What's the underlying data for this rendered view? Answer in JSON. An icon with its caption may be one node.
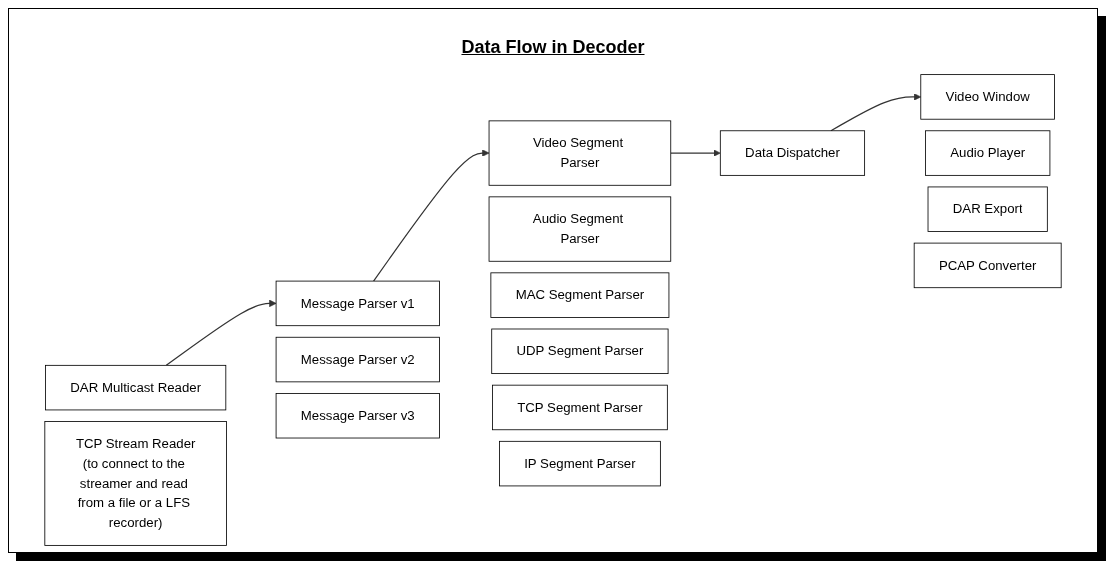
{
  "diagram": {
    "title": "Data Flow in Decoder",
    "nodes": [
      {
        "text": [
          "DAR Multicast Reader"
        ]
      },
      {
        "text": [
          "TCP Stream Reader",
          "(to connect to the streamer and read from a file or a LFS recorder)"
        ]
      },
      {
        "text": [
          "Message Parser v1"
        ]
      },
      {
        "text": [
          "Message Parser v2"
        ]
      },
      {
        "text": [
          "Message Parser v3"
        ]
      },
      {
        "text": [
          "Video Segment Parser"
        ]
      },
      {
        "text": [
          "Audio Segment Parser"
        ]
      },
      {
        "text": [
          "MAC Segment Parser"
        ]
      },
      {
        "text": [
          "UDP Segment Parser"
        ]
      },
      {
        "text": [
          "TCP Segment Parser"
        ]
      },
      {
        "text": [
          "IP Segment Parser"
        ]
      },
      {
        "text": [
          "Data Dispatcher"
        ]
      },
      {
        "text": [
          "Video Window"
        ]
      },
      {
        "text": [
          "Audio Player"
        ]
      },
      {
        "text": [
          "DAR Export"
        ]
      },
      {
        "text": [
          "PCAP Converter"
        ]
      }
    ],
    "edges": [
      {
        "from": 0,
        "to": 2,
        "arrow": "to"
      },
      {
        "from": 2,
        "to": 5,
        "arrow": "to"
      },
      {
        "from": 5,
        "to": 11,
        "arrow": "to"
      },
      {
        "from": 11,
        "to": 12,
        "arrow": "to"
      }
    ]
  }
}
